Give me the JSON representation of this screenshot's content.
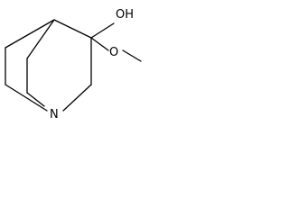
{
  "molecule": {
    "atoms": {
      "hydroxyl": "OH",
      "methoxy_oxygen": "O",
      "nitrogen": "N"
    }
  }
}
